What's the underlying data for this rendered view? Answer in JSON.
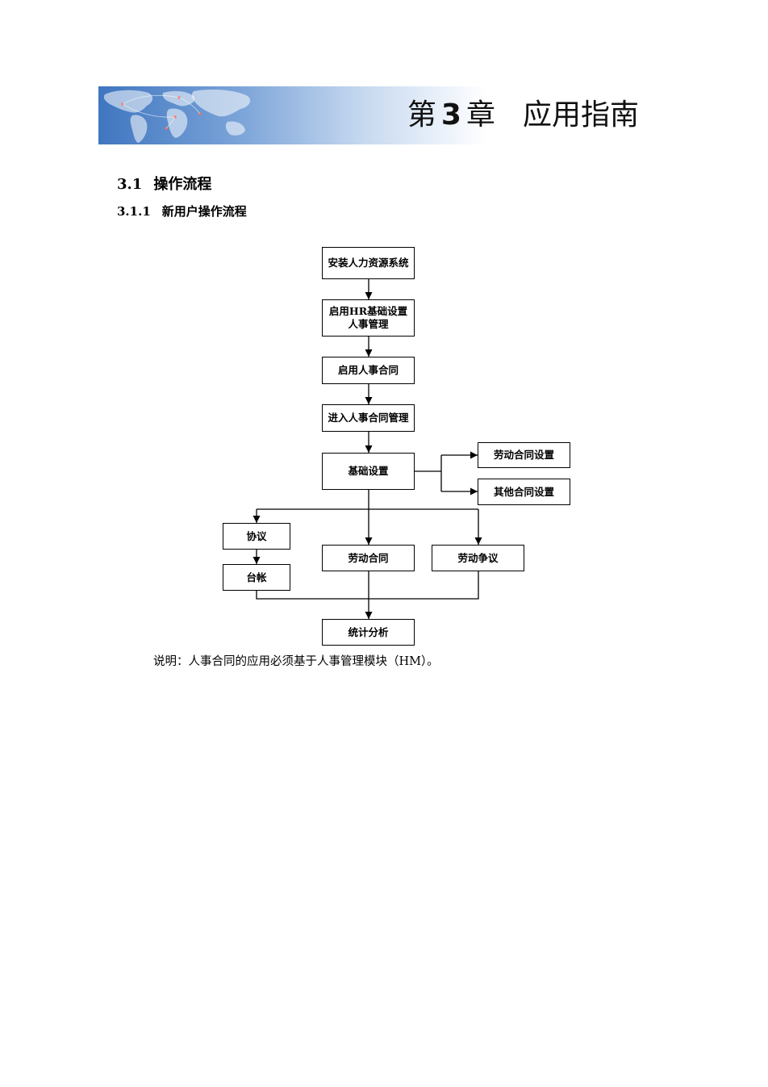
{
  "header": {
    "chapter_prefix": "第",
    "chapter_number": "3",
    "chapter_suffix": "章",
    "chapter_title": "应用指南"
  },
  "section": {
    "number": "3.1",
    "title": "操作流程"
  },
  "subsection": {
    "number": "3.1.1",
    "title": "新用户操作流程"
  },
  "flowchart": {
    "nodes": {
      "install": "安装人力资源系统",
      "enable_hr_line1": "启用HR基础设置",
      "enable_hr_line2": "人事管理",
      "enable_contract": "启用人事合同",
      "enter_contract_mgmt": "进入人事合同管理",
      "basic_settings": "基础设置",
      "labor_contract_settings": "劳动合同设置",
      "other_contract_settings": "其他合同设置",
      "agreement": "协议",
      "ledger": "台帐",
      "labor_contract": "劳动合同",
      "labor_dispute": "劳动争议",
      "statistics": "统计分析"
    }
  },
  "note": "说明：人事合同的应用必须基于人事管理模块（HM）。"
}
